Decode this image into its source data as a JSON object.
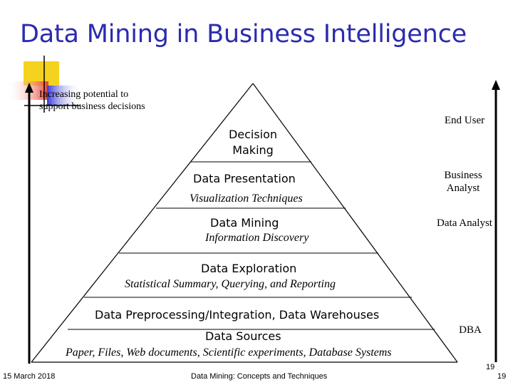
{
  "slide": {
    "title": "Data Mining in Business Intelligence",
    "left_note": "Increasing potential to support business decisions",
    "layers": [
      {
        "title": "Decision Making",
        "subtitle": ""
      },
      {
        "title": "Data Presentation",
        "subtitle": "Visualization Techniques"
      },
      {
        "title": "Data Mining",
        "subtitle": "Information Discovery"
      },
      {
        "title": "Data Exploration",
        "subtitle": "Statistical Summary, Querying, and Reporting"
      },
      {
        "title": "Data Preprocessing/Integration, Data Warehouses",
        "subtitle": ""
      },
      {
        "title": "Data Sources",
        "subtitle": "Paper, Files, Web documents, Scientific experiments, Database Systems"
      }
    ],
    "roles": [
      "End User",
      "Business Analyst",
      "Data Analyst",
      "DBA"
    ],
    "footer": {
      "date": "15 March 2018",
      "center": "Data Mining: Concepts and Techniques",
      "page": "19",
      "page_corner": "19"
    },
    "colors": {
      "title": "#2b2bb0",
      "accent_yellow": "#f5d21e",
      "accent_red": "#e8402f",
      "accent_blue": "#3a3ad8"
    }
  }
}
